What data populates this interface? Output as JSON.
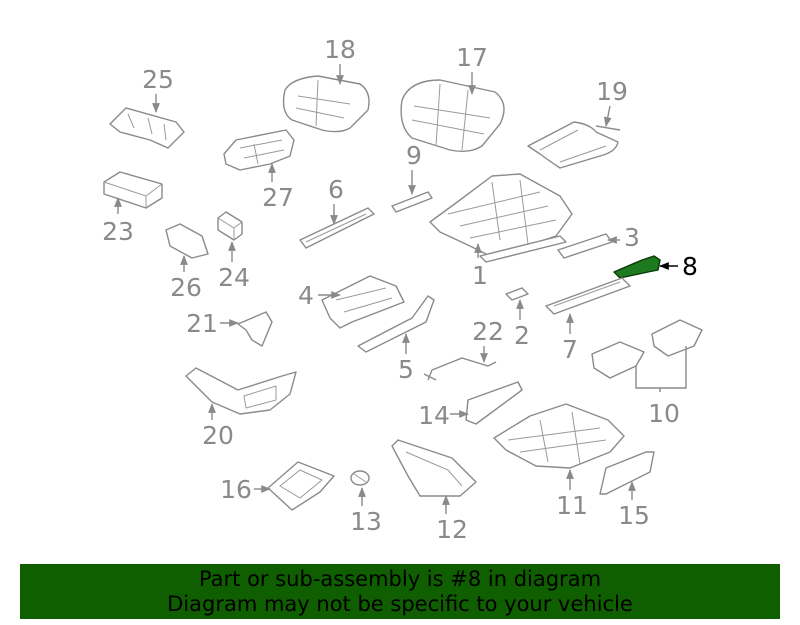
{
  "highlight": {
    "part": "8",
    "color": "#1e7a1e"
  },
  "colors": {
    "banner_bg": "#0f5e00",
    "line_gray": "#8a8a8a"
  },
  "labels": {
    "p1": "1",
    "p2": "2",
    "p3": "3",
    "p4": "4",
    "p5": "5",
    "p6": "6",
    "p7": "7",
    "p8": "8",
    "p9": "9",
    "p10": "10",
    "p11": "11",
    "p12": "12",
    "p13": "13",
    "p14": "14",
    "p15": "15",
    "p16": "16",
    "p17": "17",
    "p18": "18",
    "p19": "19",
    "p20": "20",
    "p21": "21",
    "p22": "22",
    "p23": "23",
    "p24": "24",
    "p25": "25",
    "p26": "26",
    "p27": "27"
  },
  "banner": {
    "line1": "Part or sub-assembly is #8 in diagram",
    "line2": "Diagram may not be specific to your vehicle"
  }
}
